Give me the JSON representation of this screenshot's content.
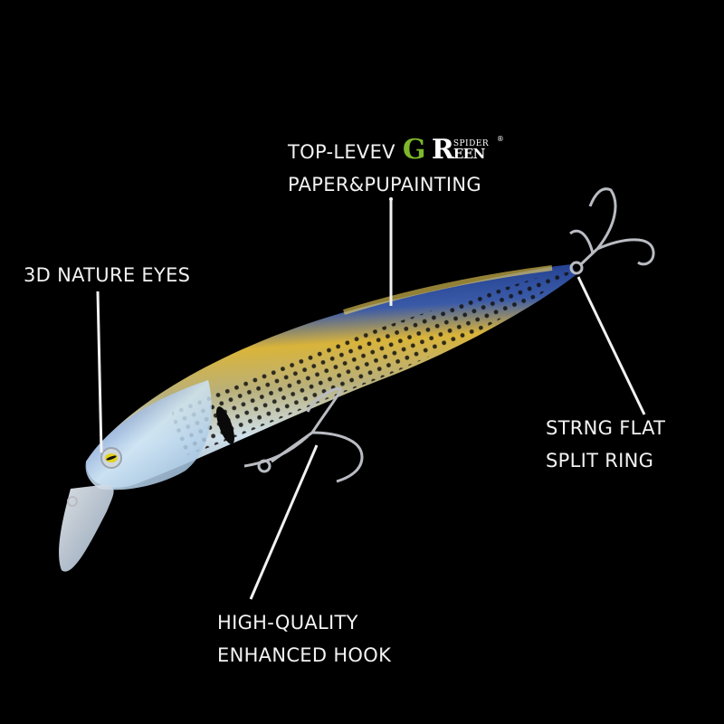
{
  "image": {
    "subject": "fishing-lure-minnow",
    "background_color": "#000000",
    "text_color": "#f2f2f2"
  },
  "callouts": {
    "painting": {
      "line1_prefix": "TOP-LEVEV",
      "line2": "PAPER&PUPAINTING"
    },
    "eyes": {
      "text": "3D NATURE EYES"
    },
    "split_ring": {
      "line1": "STRNG FLAT",
      "line2": "SPLIT RING"
    },
    "hook": {
      "line1": "HIGH-QUALITY",
      "line2": "ENHANCED HOOK"
    }
  },
  "logo": {
    "g": "G",
    "r": "R",
    "spider": "SPIDER",
    "een": "EEN",
    "registered": "®",
    "green_color": "#7cb82a"
  },
  "lure_colors": {
    "back": "#1c3a8a",
    "side_gold": "#c8a838",
    "belly": "#cfe4f2",
    "spots": "#111111",
    "lip": "#dfe9f3",
    "eye": "#e3d21c",
    "hook": "#b9bcc2"
  }
}
